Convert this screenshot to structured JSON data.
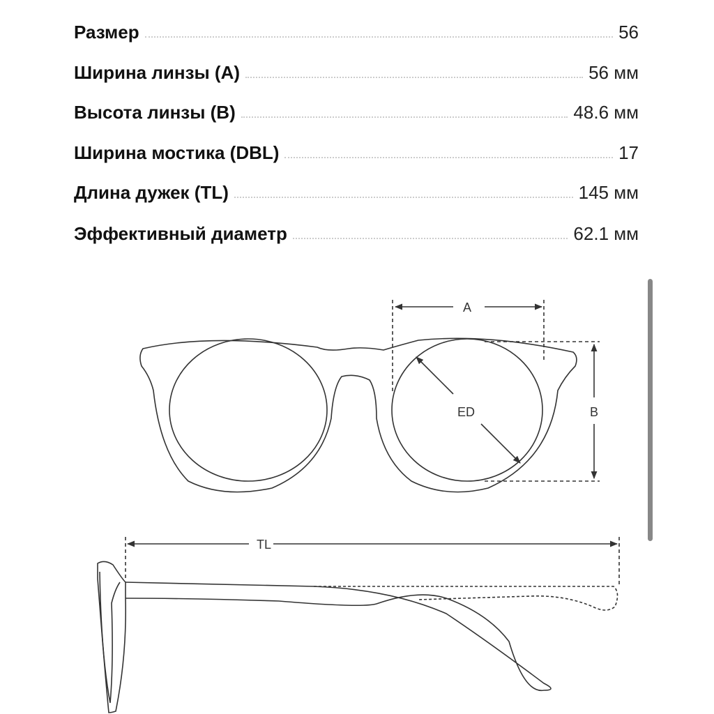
{
  "specs": [
    {
      "label": "Размер",
      "value": "56"
    },
    {
      "label": "Ширина линзы (A)",
      "value": "56 мм"
    },
    {
      "label": "Высота линзы (B)",
      "value": "48.6 мм"
    },
    {
      "label": "Ширина мостика (DBL)",
      "value": "17"
    },
    {
      "label": "Длина дужек (TL)",
      "value": "145 мм"
    },
    {
      "label": "Эффективный диаметр",
      "value": "62.1 мм"
    }
  ],
  "diagram": {
    "a": "A",
    "b": "B",
    "ed": "ED",
    "tl": "TL"
  }
}
